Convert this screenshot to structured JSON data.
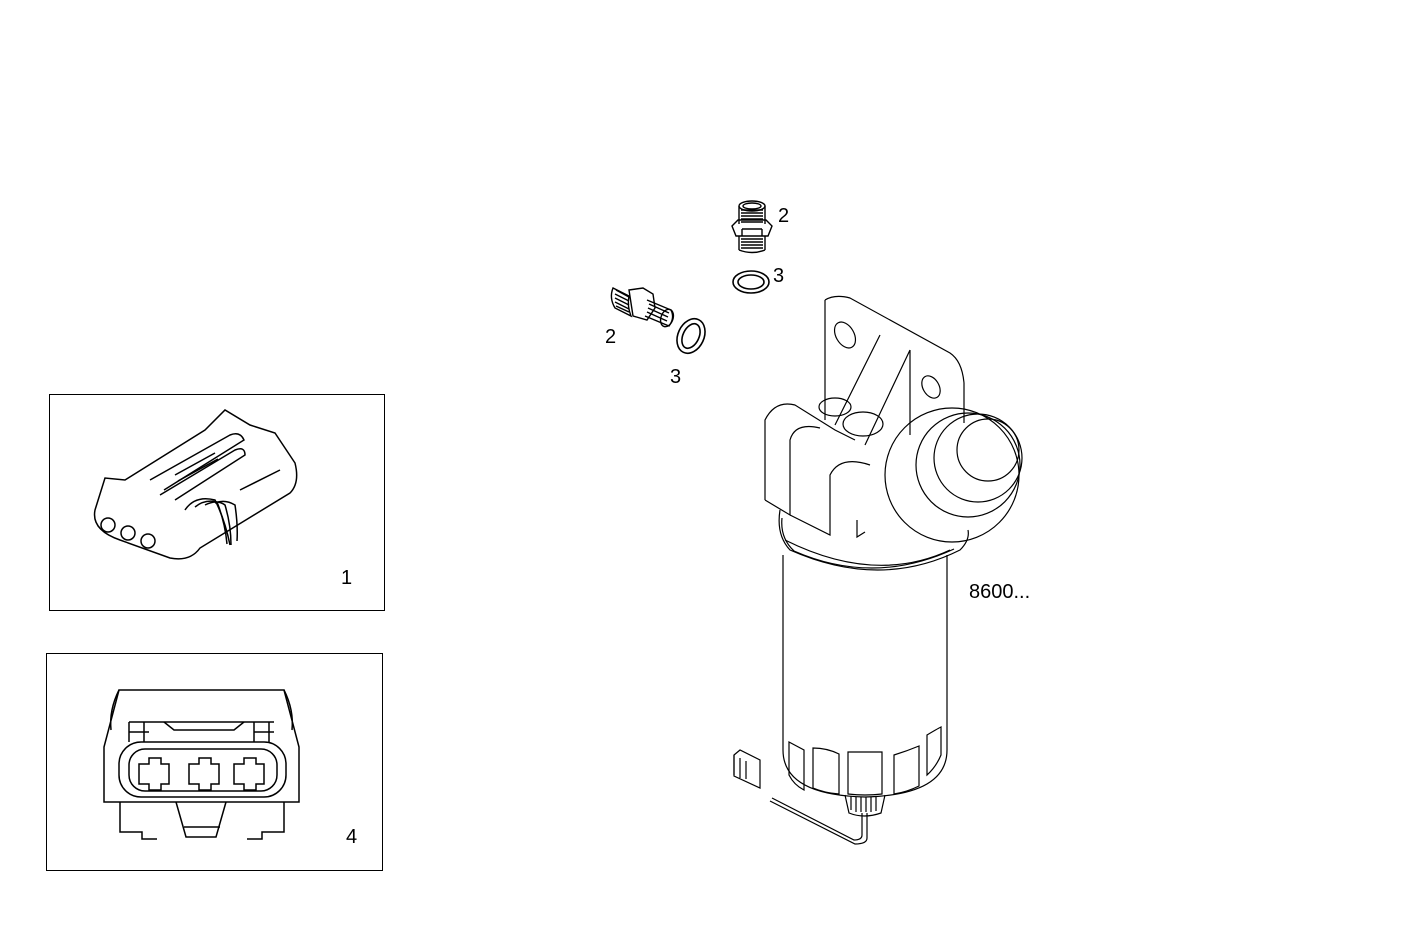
{
  "diagram": {
    "type": "exploded parts illustration",
    "subject": "Fuel filter assembly with fittings and electrical connectors",
    "line_color": "#000000",
    "background_color": "#ffffff"
  },
  "callouts": {
    "fitting_upper_number": "2",
    "washer_upper_number": "3",
    "fitting_lower_number": "2",
    "washer_lower_number": "3",
    "filter_assembly_ref": "8600...",
    "connector_inset_1_number": "1",
    "connector_inset_4_number": "4"
  },
  "insets": [
    {
      "id": "inset-1",
      "content": "3-pin connector plug (isometric view)",
      "number": "1"
    },
    {
      "id": "inset-4",
      "content": "3-pin connector socket (front view)",
      "number": "4"
    }
  ]
}
